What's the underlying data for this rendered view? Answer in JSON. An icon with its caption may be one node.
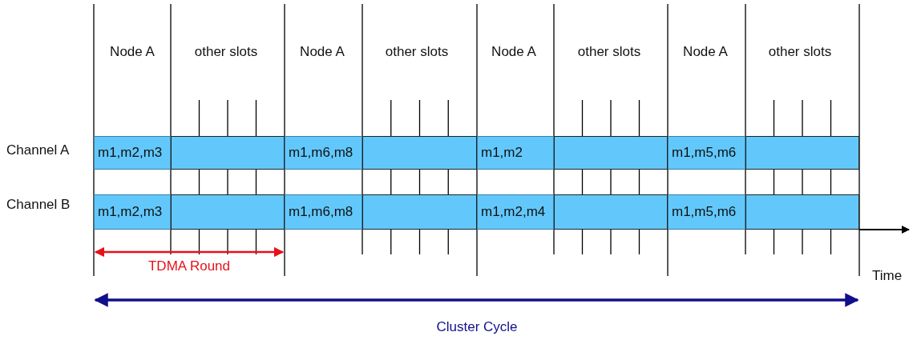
{
  "diagram": {
    "nodes": [
      {
        "text": [
          "m1,m2,m3"
        ]
      },
      {
        "text": [],
        "shape": "box"
      },
      {
        "text": [
          "m1,m6,m8"
        ]
      },
      {
        "text": [],
        "shape": "box"
      },
      {
        "text": [
          "m1,m2"
        ]
      },
      {
        "text": [],
        "shape": "box"
      },
      {
        "text": [
          "m1,m5,m6"
        ]
      },
      {
        "text": [],
        "shape": "box"
      },
      {
        "text": [
          "m1,m2,m3"
        ]
      },
      {
        "text": [],
        "shape": "box"
      },
      {
        "text": [
          "m1,m6,m8"
        ]
      },
      {
        "text": [],
        "shape": "box"
      },
      {
        "text": [
          "m1,m2,m4"
        ]
      },
      {
        "text": [],
        "shape": "box"
      },
      {
        "text": [
          "m1,m5,m6"
        ]
      },
      {
        "text": [],
        "shape": "box"
      }
    ],
    "labels": [
      "Node A",
      "other slots",
      "Node A",
      "other slots",
      "Node A",
      "other slots",
      "Node A",
      "other slots",
      "Channel A",
      "Channel B",
      "TDMA Round",
      "Time",
      "Cluster Cycle"
    ]
  }
}
